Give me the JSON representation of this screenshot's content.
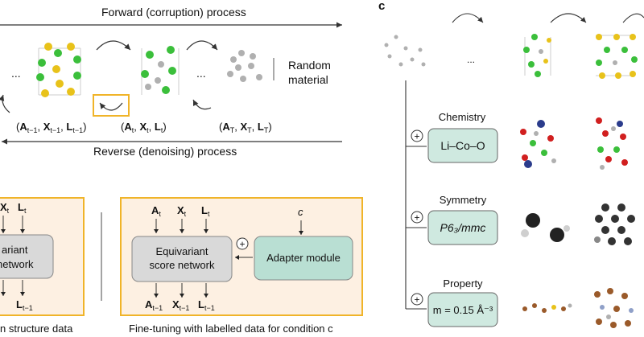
{
  "panel_c_label": "c",
  "forward_process": "Forward (corruption) process",
  "reverse_process": "Reverse (denoising) process",
  "random_material": [
    "Random",
    "material"
  ],
  "ellipsis": "...",
  "states": {
    "prev": {
      "A": "A",
      "X": "X",
      "L": "L",
      "sub": "t−1"
    },
    "curr": {
      "A": "A",
      "X": "X",
      "L": "L",
      "sub": "t"
    },
    "final": {
      "A": "A",
      "X": "X",
      "L": "L",
      "sub": "T"
    }
  },
  "panel_b_left": {
    "net_line1": "ariant",
    "net_line2": "network",
    "in_sub": "t",
    "out_sub": "t−1",
    "caption": "n structure data"
  },
  "panel_b_right": {
    "inputs": [
      "A",
      "X",
      "L"
    ],
    "in_sub": "t",
    "condition": "c",
    "network_line1": "Equivariant",
    "network_line2": "score network",
    "adapter": "Adapter module",
    "plus": "+",
    "outputs": [
      "A",
      "X",
      "L"
    ],
    "out_sub": "t−1",
    "caption": "Fine-tuning with labelled data for condition c"
  },
  "conditions": [
    {
      "title": "Chemistry",
      "value": "Li–Co–O"
    },
    {
      "title": "Symmetry",
      "value": "P6₃/mmc"
    },
    {
      "title": "Property",
      "value": "m = 0.15 Å⁻³"
    }
  ],
  "colors": {
    "orange": "#f0b429",
    "light_orange_fill": "#fdf0e2",
    "network_fill": "#d9d9d9",
    "adapter_fill": "#b9dfd3",
    "condition_fill": "#cfe9e0",
    "yellow_atom": "#e8c21a",
    "green_atom": "#3bbf3b",
    "grey_atom": "#b0b0b0",
    "red_atom": "#d11f1f",
    "blue_atom": "#2b3c8c",
    "brown_atom": "#9a5a2a"
  }
}
